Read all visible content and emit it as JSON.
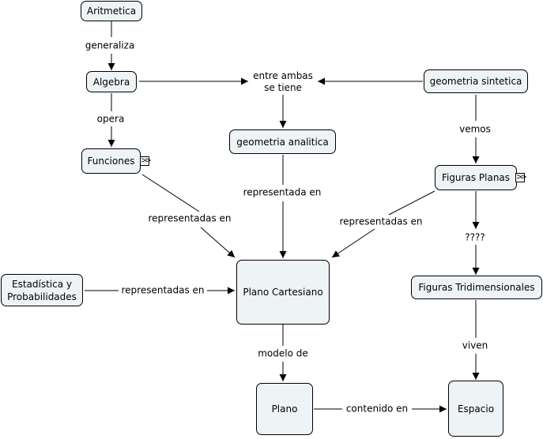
{
  "nodes": {
    "aritmetica": "Aritmetica",
    "algebra": "Algebra",
    "funciones": "Funciones",
    "geometria_sintetica": "geometria sintetica",
    "geometria_analitica": "geometria analitica",
    "figuras_planas": "Figuras Planas",
    "estadistica": "Estadística y\nProbabilidades",
    "plano_cartesiano": "Plano Cartesiano",
    "figuras_tridimensionales": "Figuras Tridimensionales",
    "plano": "Plano",
    "espacio": "Espacio"
  },
  "links": {
    "generaliza": "generaliza",
    "opera": "opera",
    "entre_ambas": "entre ambas\nse tiene",
    "vemos": "vemos",
    "representada_en": "representada en",
    "representadas_en_funciones": "representadas en",
    "representadas_en_figuras": "representadas en",
    "representadas_en_estadistica": "representadas en",
    "interrogantes": "????",
    "modelo_de": "modelo de",
    "viven": "viven",
    "contenido_en": "contenido en"
  },
  "icons": {
    "expand": "expand-icon"
  },
  "colors": {
    "node_fill": "#eef3f6",
    "line": "#000000",
    "background": "#ffffff"
  }
}
